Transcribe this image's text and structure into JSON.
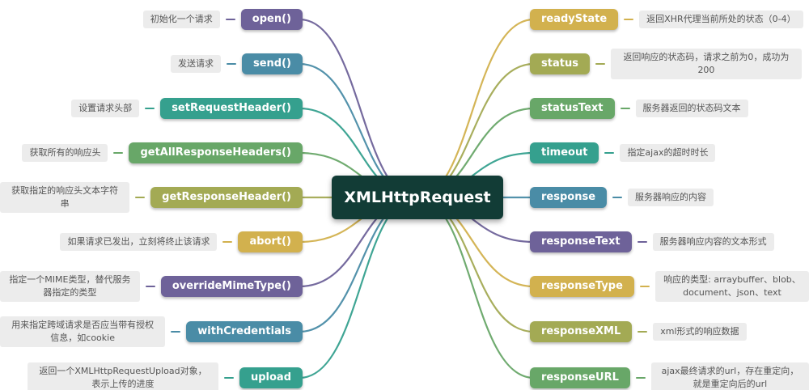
{
  "center": {
    "label": "XMLHttpRequest",
    "color": "dark"
  },
  "palette": {
    "dark": "#123c36",
    "purple": "#6e6299",
    "blue": "#4a8ca6",
    "teal": "#35a08e",
    "green": "#68a768",
    "olive": "#a3aa54",
    "gold": "#d2b14e"
  },
  "left_branches": [
    {
      "label": "open()",
      "color": "purple",
      "note": "初始化一个请求"
    },
    {
      "label": "send()",
      "color": "blue",
      "note": "发送请求"
    },
    {
      "label": "setRequestHeader()",
      "color": "teal",
      "note": "设置请求头部"
    },
    {
      "label": "getAllResponseHeaders()",
      "color": "green",
      "note": "获取所有的响应头"
    },
    {
      "label": "getResponseHeader()",
      "color": "olive",
      "note": "获取指定的响应头文本字符串"
    },
    {
      "label": "abort()",
      "color": "gold",
      "note": "如果请求已发出，立刻将终止该请求"
    },
    {
      "label": "overrideMimeType()",
      "color": "purple",
      "note": "指定一个MIME类型，替代服务器指定的类型"
    },
    {
      "label": "withCredentials",
      "color": "blue",
      "note": "用来指定跨域请求是否应当带有授权信息，如cookie"
    },
    {
      "label": "upload",
      "color": "teal",
      "note": "返回一个XMLHttpRequestUpload对象，表示上传的进度"
    }
  ],
  "right_branches": [
    {
      "label": "readyState",
      "color": "gold",
      "note": "返回XHR代理当前所处的状态（0-4）"
    },
    {
      "label": "status",
      "color": "olive",
      "note": "返回响应的状态码，请求之前为0，成功为200"
    },
    {
      "label": "statusText",
      "color": "green",
      "note": "服务器返回的状态码文本"
    },
    {
      "label": "timeout",
      "color": "teal",
      "note": "指定ajax的超时时长"
    },
    {
      "label": "response",
      "color": "blue",
      "note": "服务器响应的内容"
    },
    {
      "label": "responseText",
      "color": "purple",
      "note": "服务器响应内容的文本形式"
    },
    {
      "label": "responseType",
      "color": "gold",
      "note": "响应的类型: arraybuffer、blob、document、json、text"
    },
    {
      "label": "responseXML",
      "color": "olive",
      "note": "xml形式的响应数据"
    },
    {
      "label": "responseURL",
      "color": "green",
      "note": "ajax最终请求的url，存在重定向，就是重定向后的url"
    }
  ]
}
